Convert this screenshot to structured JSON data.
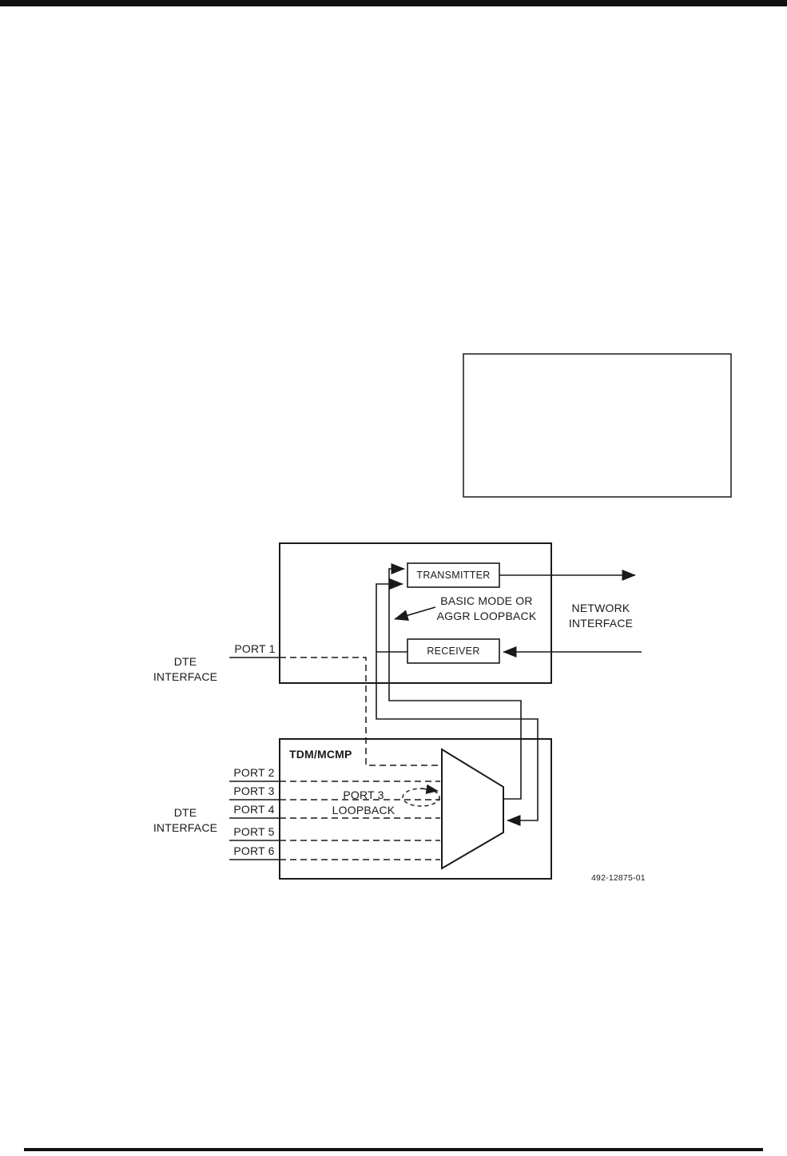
{
  "figure": {
    "caption_number": "492-12875-01"
  },
  "labels": {
    "transmitter": "TRANSMITTER",
    "receiver": "RECEIVER",
    "basic_mode_line1": "BASIC MODE OR",
    "basic_mode_line2": "AGGR LOOPBACK",
    "network_line1": "NETWORK",
    "network_line2": "INTERFACE",
    "dte_top_line1": "DTE",
    "dte_top_line2": "INTERFACE",
    "dte_bottom_line1": "DTE",
    "dte_bottom_line2": "INTERFACE",
    "tdm_title": "TDM/MCMP",
    "port3_loopback_line1": "PORT 3",
    "port3_loopback_line2": "LOOPBACK"
  },
  "ports": [
    "PORT 1",
    "PORT 2",
    "PORT 3",
    "PORT 4",
    "PORT 5",
    "PORT 6"
  ],
  "colors": {
    "line": "#1a1a1a",
    "background": "#ffffff"
  }
}
